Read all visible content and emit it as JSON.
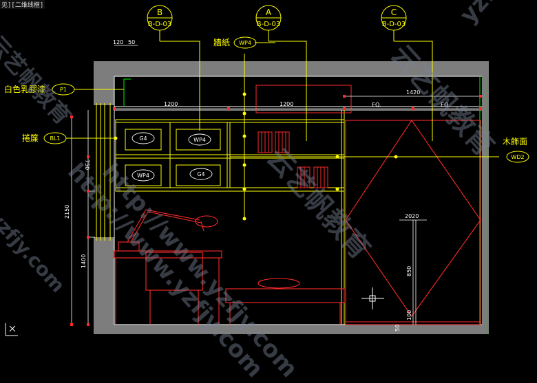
{
  "window": {
    "tab_label": "见][二维线框]"
  },
  "colors": {
    "yellow": "#ffff00",
    "red": "#ff2a2a",
    "white": "#ffffff",
    "green": "#00cc00",
    "gray": "#808080"
  },
  "callouts": [
    {
      "letter": "B",
      "code": "B-D-03"
    },
    {
      "letter": "A",
      "code": "B-D-03"
    },
    {
      "letter": "C",
      "code": "B-D-03"
    }
  ],
  "materials": {
    "wallpaper": {
      "name": "牆紙",
      "code": "WP4"
    },
    "paint": {
      "name": "白色乳膠漆",
      "code": "P1"
    },
    "blind": {
      "name": "捲簾",
      "code": "BL1"
    },
    "wood": {
      "name": "木飾面",
      "code": "WD2"
    }
  },
  "panel_codes": [
    "G4",
    "WP4",
    "WP4",
    "G4"
  ],
  "dimensions": {
    "top_offset": "120",
    "top_offset_b": "50",
    "span_left": "1200",
    "span_mid": "1200",
    "span_right": "1420",
    "eq_a": "EQ.",
    "eq_b": "EQ.",
    "h_750": "750",
    "h_2150": "2150",
    "h_1400": "1400",
    "h_2020": "2020",
    "h_850": "850",
    "h_100": "100",
    "h_50": "50"
  },
  "watermarks": {
    "url": "http://www.yzfjy.com",
    "brand": "云艺帆教育",
    "short": "yzfjy",
    "short_com": "yzfjy.com"
  }
}
